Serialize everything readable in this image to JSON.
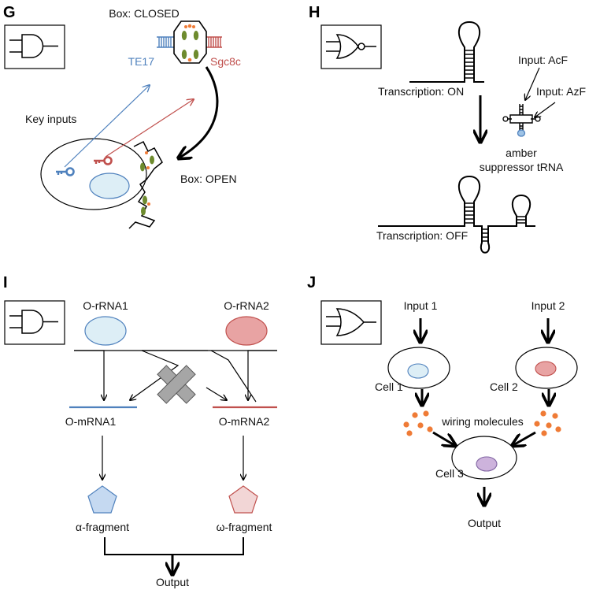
{
  "colors": {
    "blue": "#4f81bd",
    "red": "#c0504d",
    "light_blue_fill": "#ddeef6",
    "red_fill": "#e8a3a3",
    "pink_fill": "#f2d6d6",
    "purple_fill": "#cdb3dc",
    "orange_dot": "#ef7b36",
    "green_cargo": "#6e8b2e",
    "gray_x": "#a6a6a6"
  },
  "panel_g": {
    "letter": "G",
    "gate": "and-gate-icon",
    "box_closed": "Box: CLOSED",
    "left_key": "TE17",
    "right_key": "Sgc8c",
    "key_inputs": "Key inputs",
    "box_open": "Box: OPEN"
  },
  "panel_h": {
    "letter": "H",
    "gate": "nor-gate-icon",
    "transcription_on": "Transcription: ON",
    "input_acf": "Input: AcF",
    "input_azf": "Input: AzF",
    "trna_line1": "amber",
    "trna_line2": "suppressor tRNA",
    "transcription_off": "Transcription: OFF"
  },
  "panel_i": {
    "letter": "I",
    "gate": "and-gate-icon",
    "rrna1": "O-rRNA1",
    "rrna2": "O-rRNA2",
    "mrna1": "O-mRNA1",
    "mrna2": "O-mRNA2",
    "alpha": "α-fragment",
    "omega": "ω-fragment",
    "output": "Output"
  },
  "panel_j": {
    "letter": "J",
    "gate": "or-gate-icon",
    "input1": "Input 1",
    "input2": "Input 2",
    "cell1": "Cell 1",
    "cell2": "Cell 2",
    "wiring": "wiring molecules",
    "cell3": "Cell 3",
    "output": "Output"
  }
}
